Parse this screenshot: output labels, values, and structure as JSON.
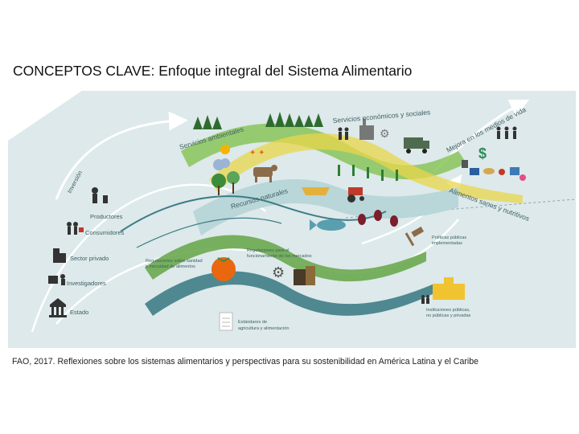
{
  "title": "CONCEPTOS CLAVE: Enfoque integral del Sistema Alimentario",
  "caption": "FAO, 2017. Reflexiones sobre los sistemas alimentarios y perspectivas para su sostenibilidad en América Latina y el Caribe",
  "colors": {
    "background": "#dde9ea",
    "river_dark": "#3f7d86",
    "river_light": "#b9d6d9",
    "green_band": "#8ac45a",
    "yellow_band": "#e8d54a",
    "label_text": "#3f5f63"
  },
  "diagram": {
    "labels": {
      "servicios_ambientales": "Servicios ambientales",
      "servicios_economicos": "Servicios económicos y sociales",
      "mejora_medios": "Mejora en los medios de vida",
      "inversion": "Inversión",
      "productores": "Productores",
      "consumidores": "Consumidores",
      "recursos_naturales": "Recursos naturales",
      "alimentos_sanos": "Alimentos sanos y nutritivos",
      "sector_privado": "Sector privado",
      "investigadores": "Investigadores",
      "estado": "Estado",
      "regulaciones_sanidad_1": "Regulaciones sobre sanidad",
      "regulaciones_sanidad_2": "e inocuidad de alimentos",
      "regulaciones_mercados_1": "Regulaciones para el",
      "regulaciones_mercados_2": "funcionamiento de los mercados",
      "politicas_1": "Políticas públicas",
      "politicas_2": "implementadas",
      "estandares_1": "Estándares de",
      "estandares_2": "agricultura y alimentación",
      "instituciones_1": "Instituciones públicas,",
      "instituciones_2": "no públicas y privadas"
    },
    "icons": [
      "forest-icon",
      "sun-icon",
      "butterfly-icon",
      "cow-icon",
      "tractor-icon",
      "fish-icon",
      "boat-icon",
      "truck-icon",
      "factory-icon",
      "gear-icon",
      "dollar-icon",
      "hammer-icon",
      "building-icon",
      "capitol-icon",
      "people-icon",
      "document-icon",
      "tomato-icon",
      "basket-icon",
      "food-icon",
      "trash-icon",
      "beans-icon"
    ]
  }
}
